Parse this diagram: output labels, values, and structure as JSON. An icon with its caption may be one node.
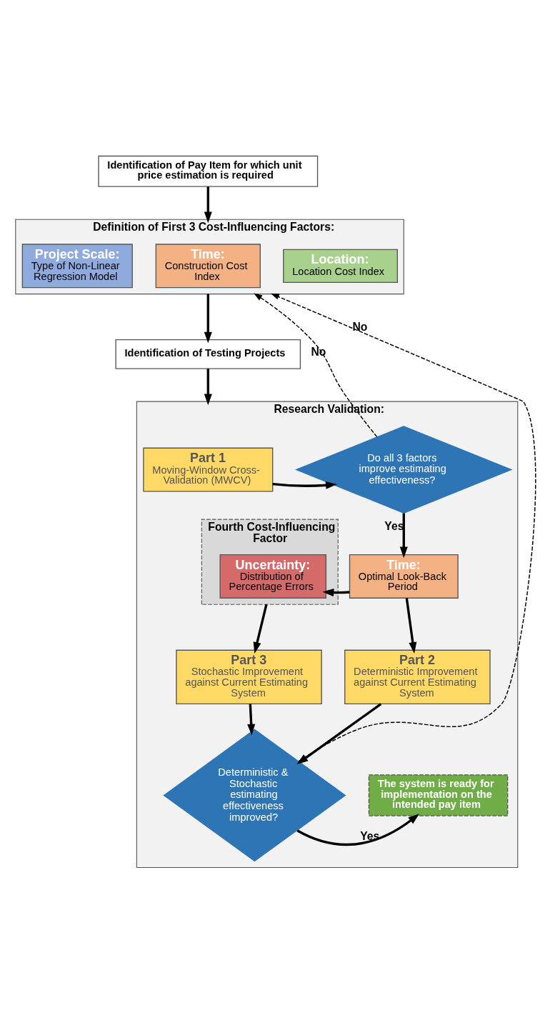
{
  "diagram": {
    "nodes": [
      {
        "text": [
          "Identification of Pay Item for which unit price estimation is required"
        ]
      },
      {
        "text": [
          "Definition of First 3 Cost-Influencing Factors:"
        ]
      },
      {
        "text": [
          "Project Scale:",
          "Type of Non-Linear Regression Model"
        ],
        "in": 1
      },
      {
        "text": [
          "Time:",
          "Construction Cost Index"
        ],
        "in": 1
      },
      {
        "text": [
          "Location:",
          "Location Cost Index"
        ],
        "in": 1
      },
      {
        "text": [
          "Identification of Testing Projects"
        ]
      },
      {
        "text": [
          "Research Validation:"
        ]
      },
      {
        "text": [
          "Part 1",
          "Moving-Window Cross-Validation (MWCV)"
        ],
        "in": 6
      },
      {
        "text": [
          "Do all 3 factors improve estimating effectiveness?"
        ],
        "in": 6
      },
      {
        "text": [
          "Fourth Cost-Influencing Factor"
        ],
        "in": 6
      },
      {
        "text": [
          "Uncertainty:",
          "Distribution of Percentage Errors"
        ],
        "in": 9
      },
      {
        "text": [
          "Time:",
          "Optimal Look-Back Period"
        ],
        "in": 6
      },
      {
        "text": [
          "Part 3",
          "Stochastic Improvement against Current Estimating System"
        ],
        "in": 6
      },
      {
        "text": [
          "Part 2",
          "Deterministic Improvement against Current Estimating System"
        ],
        "in": 6
      },
      {
        "text": [
          "Deterministic & Stochastic estimating effectiveness improved?"
        ],
        "in": 6
      },
      {
        "text": [
          "The system is ready for implementation on the intended pay item"
        ],
        "in": 6
      }
    ],
    "edges": [
      {
        "from": 0,
        "to": 1,
        "arrow": "to"
      },
      {
        "from": 1,
        "to": 5,
        "arrow": "to"
      },
      {
        "from": 5,
        "to": 6,
        "arrow": "to"
      },
      {
        "from": 7,
        "to": 8,
        "arrow": "to"
      },
      {
        "from": 8,
        "to": 1,
        "arrow": "to",
        "label": "No",
        "style": "dashed"
      },
      {
        "from": 8,
        "to": 11,
        "arrow": "to",
        "label": "Yes"
      },
      {
        "from": 11,
        "to": 10,
        "arrow": "to"
      },
      {
        "from": 9,
        "to": 12,
        "arrow": "to"
      },
      {
        "from": 11,
        "to": 13,
        "arrow": "to"
      },
      {
        "from": 12,
        "to": 14,
        "arrow": "to"
      },
      {
        "from": 13,
        "to": 14,
        "arrow": "to"
      },
      {
        "from": 14,
        "to": 15,
        "arrow": "to",
        "label": "Yes"
      },
      {
        "from": 14,
        "to": 1,
        "arrow": "to",
        "label": "No",
        "style": "dashed"
      }
    ]
  }
}
